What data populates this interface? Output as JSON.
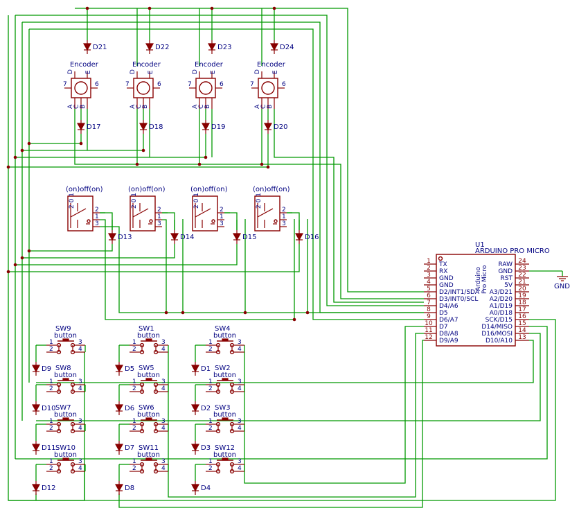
{
  "encoders": [
    {
      "label": "Encoder",
      "diode_top": "D21",
      "diode_bottom": "D17",
      "pins": {
        "D": "D",
        "E": "E",
        "A": "A",
        "C": "C",
        "B": "B",
        "p7": "7",
        "p6": "6"
      }
    },
    {
      "label": "Encoder",
      "diode_top": "D22",
      "diode_bottom": "D18",
      "pins": {
        "D": "D",
        "E": "E",
        "A": "A",
        "C": "C",
        "B": "B",
        "p7": "7",
        "p6": "6"
      }
    },
    {
      "label": "Encoder",
      "diode_top": "D23",
      "diode_bottom": "D19",
      "pins": {
        "D": "D",
        "E": "E",
        "A": "A",
        "C": "C",
        "B": "B",
        "p7": "7",
        "p6": "6"
      }
    },
    {
      "label": "Encoder",
      "diode_top": "D24",
      "diode_bottom": "D20",
      "pins": {
        "D": "D",
        "E": "E",
        "A": "A",
        "C": "C",
        "B": "B",
        "p7": "7",
        "p6": "6"
      }
    }
  ],
  "toggles": [
    {
      "label": "(on)off(on)",
      "diode": "D13",
      "pins": [
        "2",
        "1",
        "3"
      ],
      "vert": "2 0 1"
    },
    {
      "label": "(on)off(on)",
      "diode": "D14",
      "pins": [
        "2",
        "1",
        "3"
      ],
      "vert": "2 0 1"
    },
    {
      "label": "(on)off(on)",
      "diode": "D15",
      "pins": [
        "2",
        "1",
        "3"
      ],
      "vert": "2 0 1"
    },
    {
      "label": "(on)off(on)",
      "diode": "D16",
      "pins": [
        "2",
        "1",
        "3"
      ],
      "vert": "2 0 1"
    }
  ],
  "switches": [
    [
      {
        "ref": "SW9",
        "val": "button",
        "diode": "D9"
      },
      {
        "ref": "SW1",
        "val": "button",
        "diode": "D5"
      },
      {
        "ref": "SW4",
        "val": "button",
        "diode": "D1"
      }
    ],
    [
      {
        "ref": "SW8",
        "val": "button",
        "diode": "D10"
      },
      {
        "ref": "SW5",
        "val": "button",
        "diode": "D6"
      },
      {
        "ref": "SW2",
        "val": "button",
        "diode": "D2"
      }
    ],
    [
      {
        "ref": "SW7",
        "val": "button",
        "diode": "D11"
      },
      {
        "ref": "SW6",
        "val": "button",
        "diode": "D7"
      },
      {
        "ref": "SW3",
        "val": "button",
        "diode": "D3"
      }
    ],
    [
      {
        "ref": "SW10",
        "val": "button",
        "diode": "D12"
      },
      {
        "ref": "SW11",
        "val": "button",
        "diode": "D8"
      },
      {
        "ref": "SW12",
        "val": "button",
        "diode": "D4"
      }
    ]
  ],
  "switch_pins": [
    "1",
    "2",
    "3",
    "4"
  ],
  "mcu": {
    "ref": "U1",
    "value": "ARDUINO PRO MICRO",
    "inner_text": [
      "Arduino",
      "Pro Micro"
    ],
    "left_pins": [
      {
        "num": "1",
        "name": "TX"
      },
      {
        "num": "2",
        "name": "RX"
      },
      {
        "num": "3",
        "name": "GND"
      },
      {
        "num": "4",
        "name": "GND"
      },
      {
        "num": "5",
        "name": "D2/INT1/SDA"
      },
      {
        "num": "6",
        "name": "D3/INT0/SCL"
      },
      {
        "num": "7",
        "name": "D4/A6"
      },
      {
        "num": "8",
        "name": "D5"
      },
      {
        "num": "9",
        "name": "D6/A7"
      },
      {
        "num": "10",
        "name": "D7"
      },
      {
        "num": "11",
        "name": "D8/A8"
      },
      {
        "num": "12",
        "name": "D9/A9"
      }
    ],
    "right_pins": [
      {
        "num": "24",
        "name": "RAW"
      },
      {
        "num": "23",
        "name": "GND"
      },
      {
        "num": "22",
        "name": "RST"
      },
      {
        "num": "21",
        "name": "5V"
      },
      {
        "num": "20",
        "name": "A3/D21"
      },
      {
        "num": "19",
        "name": "A2/D20"
      },
      {
        "num": "18",
        "name": "A1/D19"
      },
      {
        "num": "17",
        "name": "A0/D18"
      },
      {
        "num": "16",
        "name": "SCK/D15"
      },
      {
        "num": "15",
        "name": "D14/MISO"
      },
      {
        "num": "14",
        "name": "D16/MOSI"
      },
      {
        "num": "13",
        "name": "D10/A10"
      }
    ]
  },
  "gnd_label": "GND"
}
